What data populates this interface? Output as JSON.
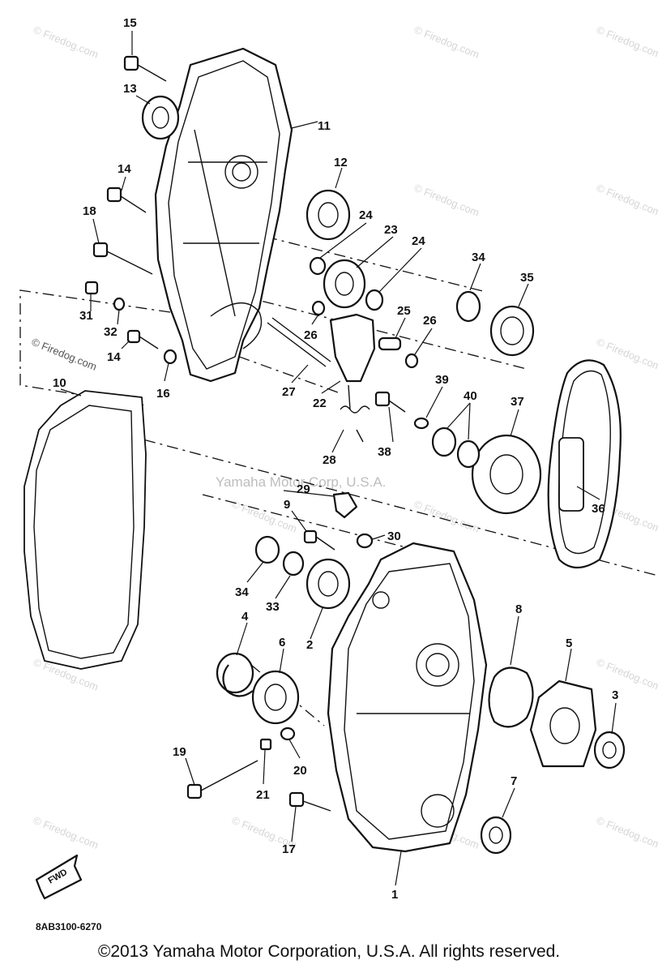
{
  "watermarks": {
    "corner": "© Firedog.com",
    "center": "Yamaha Motor Corp, U.S.A."
  },
  "callouts": [
    "1",
    "2",
    "3",
    "4",
    "5",
    "6",
    "7",
    "8",
    "9",
    "10",
    "11",
    "12",
    "13",
    "14",
    "14",
    "15",
    "16",
    "17",
    "18",
    "19",
    "20",
    "21",
    "22",
    "23",
    "24",
    "24",
    "25",
    "26",
    "26",
    "27",
    "28",
    "29",
    "30",
    "31",
    "32",
    "33",
    "34",
    "34",
    "35",
    "36",
    "37",
    "38",
    "39",
    "40"
  ],
  "fwd_label": "FWD",
  "diagram_code": "8AB3100-6270",
  "copyright": "©2013 Yamaha Motor Corporation, U.S.A. All rights reserved."
}
